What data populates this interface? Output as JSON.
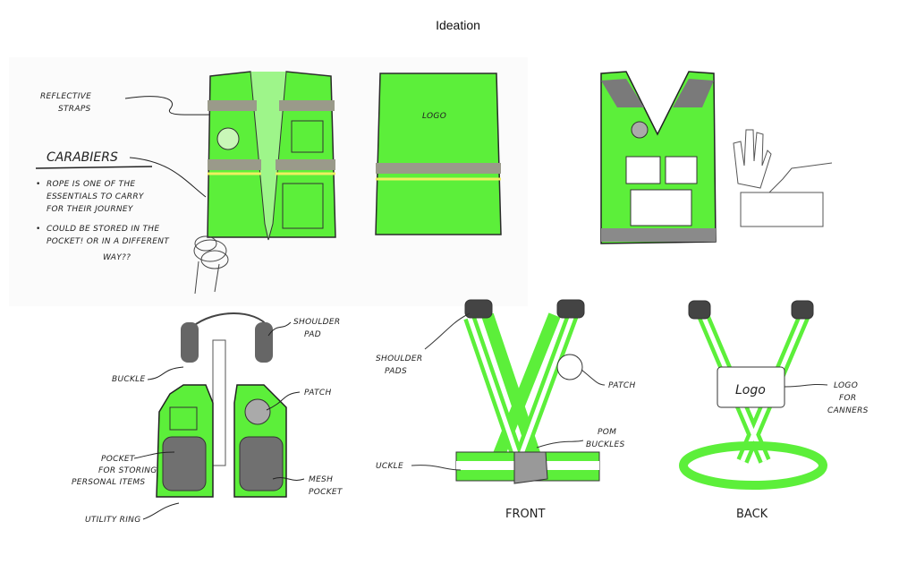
{
  "title": "Ideation",
  "colors": {
    "green": "#5cef3a",
    "dark_green": "#2a8a1a",
    "gray": "#8a8a8a",
    "reflective": "#b9b9a8"
  },
  "sketch1": {
    "reflective_label": [
      "REFLECTIVE",
      "STRAPS"
    ],
    "carabiners_heading": "CARABIERS",
    "bullet1": [
      "ROPE IS ONE OF THE",
      "ESSENTIALS TO CARRY",
      "FOR THEIR JOURNEY"
    ],
    "bullet2": [
      "COULD BE STORED IN THE",
      "POCKET! OR IN A DIFFERENT",
      "WAY??"
    ],
    "back_logo": "LOGO"
  },
  "sketch3": {
    "shoulder_pad": [
      "SHOULDER",
      "PAD"
    ],
    "buckle": "BUCKLE",
    "patch": "PATCH",
    "pocket": [
      "POCKET",
      "FOR STORING",
      "PERSONAL ITEMS"
    ],
    "mesh_pocket": [
      "MESH",
      "POCKET"
    ],
    "utility_ring": "UTILITY RING"
  },
  "sketch4": {
    "shoulder_pads": [
      "SHOULDER",
      "PADS"
    ],
    "patch": "PATCH",
    "pom_buckles": [
      "POM",
      "BUCKLES"
    ],
    "buckle": "UCKLE",
    "front": "FRONT",
    "logo": "Logo",
    "logo_for": [
      "LOGO",
      "FOR",
      "CANNERS"
    ],
    "back": "BACK"
  }
}
